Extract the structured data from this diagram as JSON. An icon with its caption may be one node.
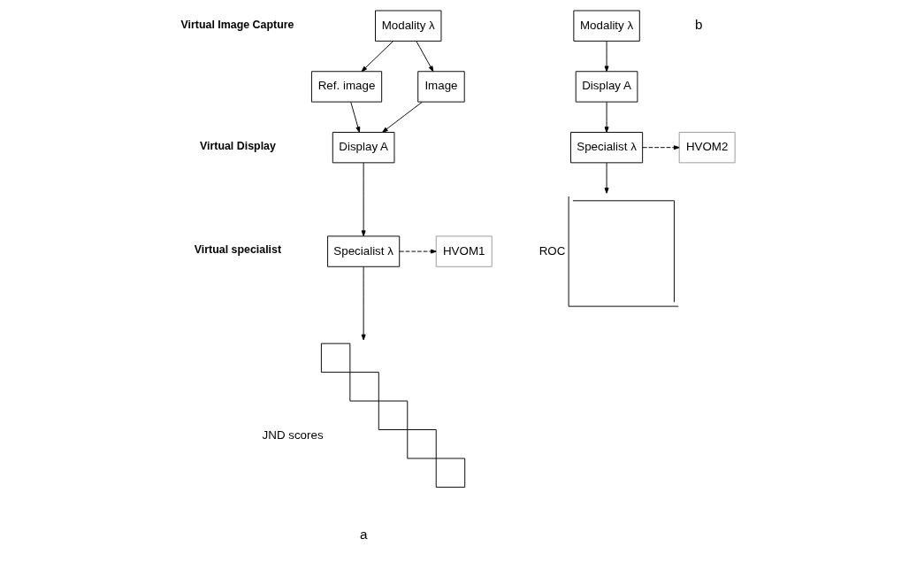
{
  "diagram": {
    "nodes": [
      {
        "text": [
          "Modality λ"
        ]
      },
      {
        "text": [
          "Ref. image"
        ]
      },
      {
        "text": [
          "Image"
        ]
      },
      {
        "text": [
          "Display A"
        ]
      },
      {
        "text": [
          "Specialist λ"
        ]
      },
      {
        "text": [
          "HVOM1"
        ]
      },
      {
        "text": [],
        "shape": "picture",
        "beside": [
          "JND scores"
        ]
      },
      {
        "text": [
          "Modality λ"
        ]
      },
      {
        "text": [
          "Display A"
        ]
      },
      {
        "text": [
          "Specialist λ"
        ]
      },
      {
        "text": [
          "HVOM2"
        ]
      },
      {
        "text": [
          "ROC"
        ]
      }
    ],
    "edges": [
      {
        "from": 0,
        "to": 1,
        "arrow": "to"
      },
      {
        "from": 0,
        "to": 2,
        "arrow": "to"
      },
      {
        "from": 1,
        "to": 3,
        "arrow": "to"
      },
      {
        "from": 2,
        "to": 3,
        "arrow": "to"
      },
      {
        "from": 3,
        "to": 4,
        "arrow": "to"
      },
      {
        "from": 4,
        "to": 5,
        "arrow": "to",
        "style": "dashed"
      },
      {
        "from": 4,
        "to": 6,
        "arrow": "to"
      },
      {
        "from": 7,
        "to": 8,
        "arrow": "to"
      },
      {
        "from": 8,
        "to": 9,
        "arrow": "to"
      },
      {
        "from": 9,
        "to": 10,
        "arrow": "to",
        "style": "dashed"
      },
      {
        "from": 9,
        "to": 11,
        "arrow": "to"
      }
    ],
    "labels": [
      "Virtual Image Capture",
      "Virtual Display",
      "Virtual specialist",
      "a",
      "b"
    ]
  }
}
